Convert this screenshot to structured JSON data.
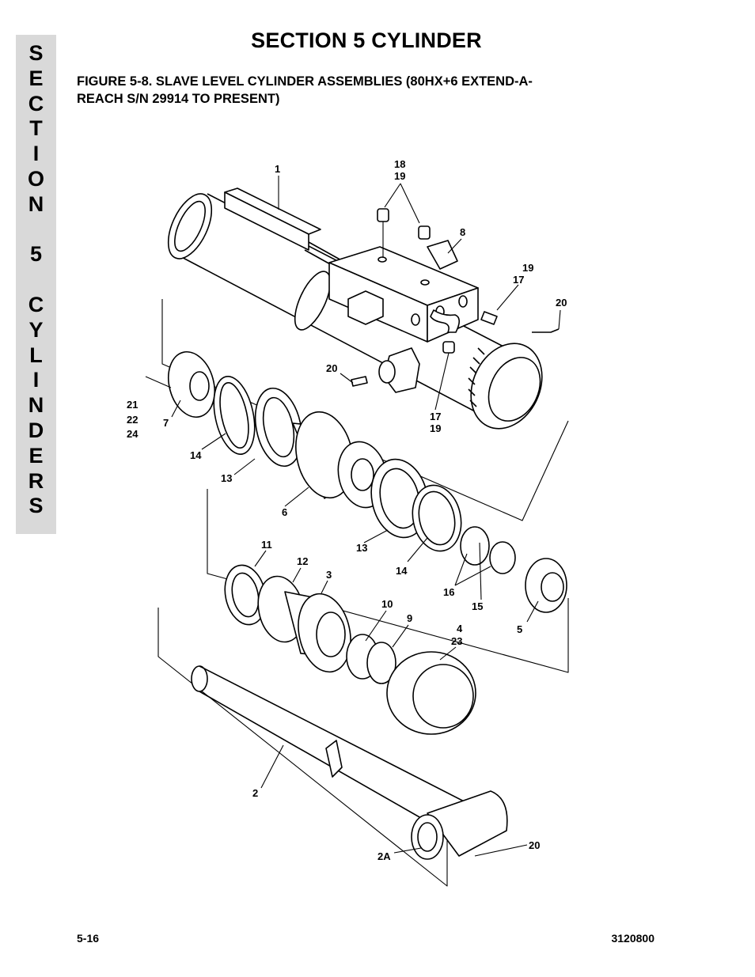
{
  "side_tab": {
    "text": "S\nE\nC\nT\nI\nO\nN\n \n5\n \nC\nY\nL\nI\nN\nD\nE\nR\nS"
  },
  "header": {
    "section_title": "SECTION 5  CYLINDER"
  },
  "figure": {
    "caption_line1": "FIGURE 5-8.    SLAVE LEVEL CYLINDER ASSEMBLIES (80HX+6 EXTEND-A-",
    "caption_line2": "REACH S/N 29914 TO PRESENT)",
    "callouts": {
      "c1": "1",
      "c18": "18",
      "c19a": "19",
      "c8": "8",
      "c19b": "19",
      "c17a": "17",
      "c20a": "20",
      "c20b": "20",
      "c17b": "17",
      "c19c": "19",
      "c21": "21",
      "c22": "22",
      "c24": "24",
      "c7": "7",
      "c14a": "14",
      "c13a": "13",
      "c6": "6",
      "c13b": "13",
      "c14b": "14",
      "c16": "16",
      "c15": "15",
      "c5": "5",
      "c11": "11",
      "c12": "12",
      "c3": "3",
      "c10": "10",
      "c9": "9",
      "c4": "4",
      "c23": "23",
      "c2": "2",
      "c2a": "2A",
      "c20c": "20"
    }
  },
  "footer": {
    "page_number": "5-16",
    "doc_number": "3120800"
  }
}
